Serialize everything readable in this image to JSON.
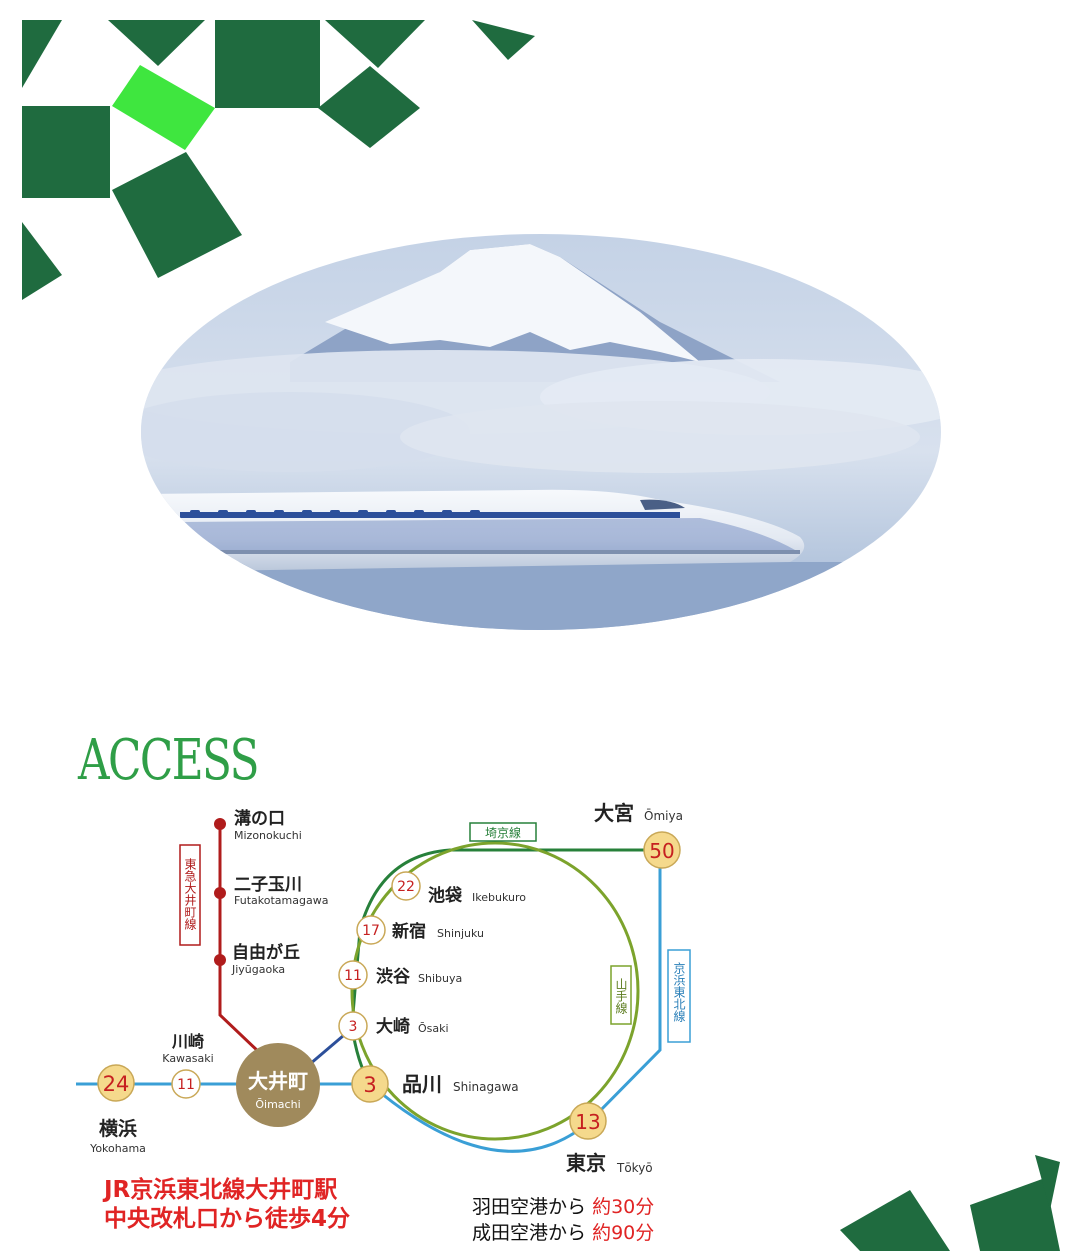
{
  "colors": {
    "brand_green": "#1f6b3f",
    "bright_green": "#3fe63f",
    "tokyu_red": "#b01c1c",
    "jr_blue": "#3a9fd6",
    "saikyo_green": "#27803a",
    "yamanote_olive": "#7ca32c",
    "oimachi_brown": "#a08a5c",
    "station_fill": "#f5d98c",
    "access_green": "#2f9e47",
    "text_red": "#e02424"
  },
  "hero": {
    "image": "mount-fuji-shinkansen-photo"
  },
  "access": {
    "title": "ACCESS"
  },
  "lines": {
    "tokyu": "東急大井町線",
    "saikyo": "埼京線",
    "yamanote": "山手線",
    "keihin": "京浜東北線"
  },
  "stations": {
    "mizonokuchi": {
      "jp": "溝の口",
      "en": "Mizonokuchi"
    },
    "futako": {
      "jp": "二子玉川",
      "en": "Futakotamagawa"
    },
    "jiyugaoka": {
      "jp": "自由が丘",
      "en": "Jiyūgaoka"
    },
    "oimachi": {
      "jp": "大井町",
      "en": "Ōimachi"
    },
    "kawasaki": {
      "jp": "川崎",
      "en": "Kawasaki",
      "min": "11"
    },
    "yokohama": {
      "jp": "横浜",
      "en": "Yokohama",
      "min": "24"
    },
    "shinagawa": {
      "jp": "品川",
      "en": "Shinagawa",
      "min": "3"
    },
    "osaki": {
      "jp": "大崎",
      "en": "Ōsaki",
      "min": "3"
    },
    "shibuya": {
      "jp": "渋谷",
      "en": "Shibuya",
      "min": "11"
    },
    "shinjuku": {
      "jp": "新宿",
      "en": "Shinjuku",
      "min": "17"
    },
    "ikebukuro": {
      "jp": "池袋",
      "en": "Ikebukuro",
      "min": "22"
    },
    "omiya": {
      "jp": "大宮",
      "en": "Ōmiya",
      "min": "50"
    },
    "tokyo": {
      "jp": "東京",
      "en": "Tōkyō",
      "min": "13"
    }
  },
  "walk": {
    "line1": "JR京浜東北線大井町駅",
    "line2": "中央改札口から徒歩4分"
  },
  "airports": {
    "haneda_label": "羽田空港から",
    "haneda_time": "約30分",
    "narita_label": "成田空港から",
    "narita_time": "約90分"
  }
}
